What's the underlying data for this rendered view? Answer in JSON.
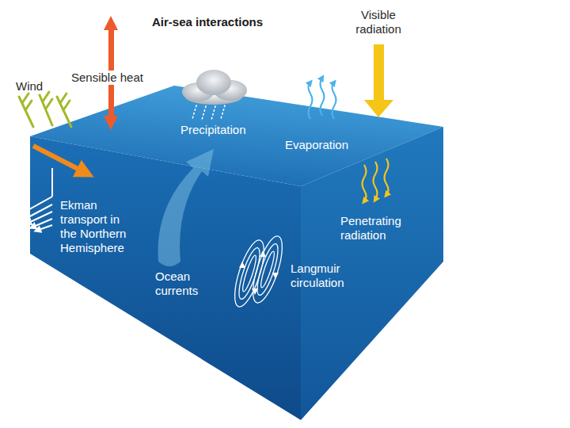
{
  "diagram": {
    "title": "Air-sea interactions",
    "labels": [
      "Wind",
      "Sensible heat",
      "Visible radiation",
      "Precipitation",
      "Evaporation",
      "Ekman transport in the Northern Hemisphere",
      "Ocean currents",
      "Penetrating radiation",
      "Langmuir circulation"
    ]
  }
}
